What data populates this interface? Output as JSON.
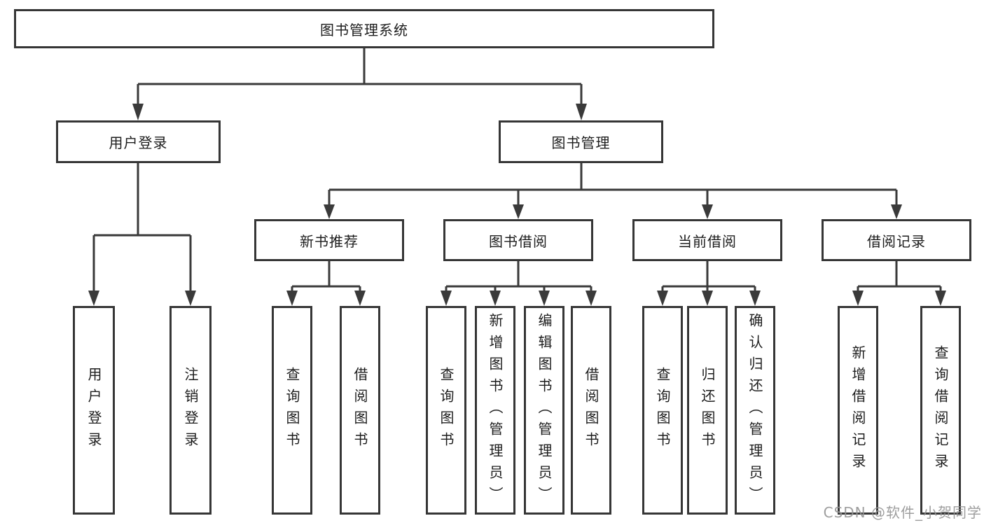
{
  "diagram": {
    "root_label": "图书管理系统",
    "branches": [
      {
        "label": "用户登录",
        "leaves": [
          "用户登录",
          "注销登录"
        ]
      },
      {
        "label": "图书管理",
        "groups": [
          {
            "label": "新书推荐",
            "leaves": [
              "查询图书",
              "借阅图书"
            ]
          },
          {
            "label": "图书借阅",
            "leaves": [
              "查询图书",
              "新增图书（管理员）",
              "编辑图书（管理员）",
              "借阅图书"
            ]
          },
          {
            "label": "当前借阅",
            "leaves": [
              "查询图书",
              "归还图书",
              "确认归还（管理员）"
            ]
          },
          {
            "label": "借阅记录",
            "leaves": [
              "新增借阅记录",
              "查询借阅记录"
            ]
          }
        ]
      }
    ],
    "colors": {
      "line": "#3a3a3a",
      "box_border": "#363636",
      "box_fill": "#ffffff",
      "text": "#1d1d1d",
      "watermark": "#949494"
    }
  },
  "watermark": {
    "text": "CSDN @软件_小贺同学"
  }
}
